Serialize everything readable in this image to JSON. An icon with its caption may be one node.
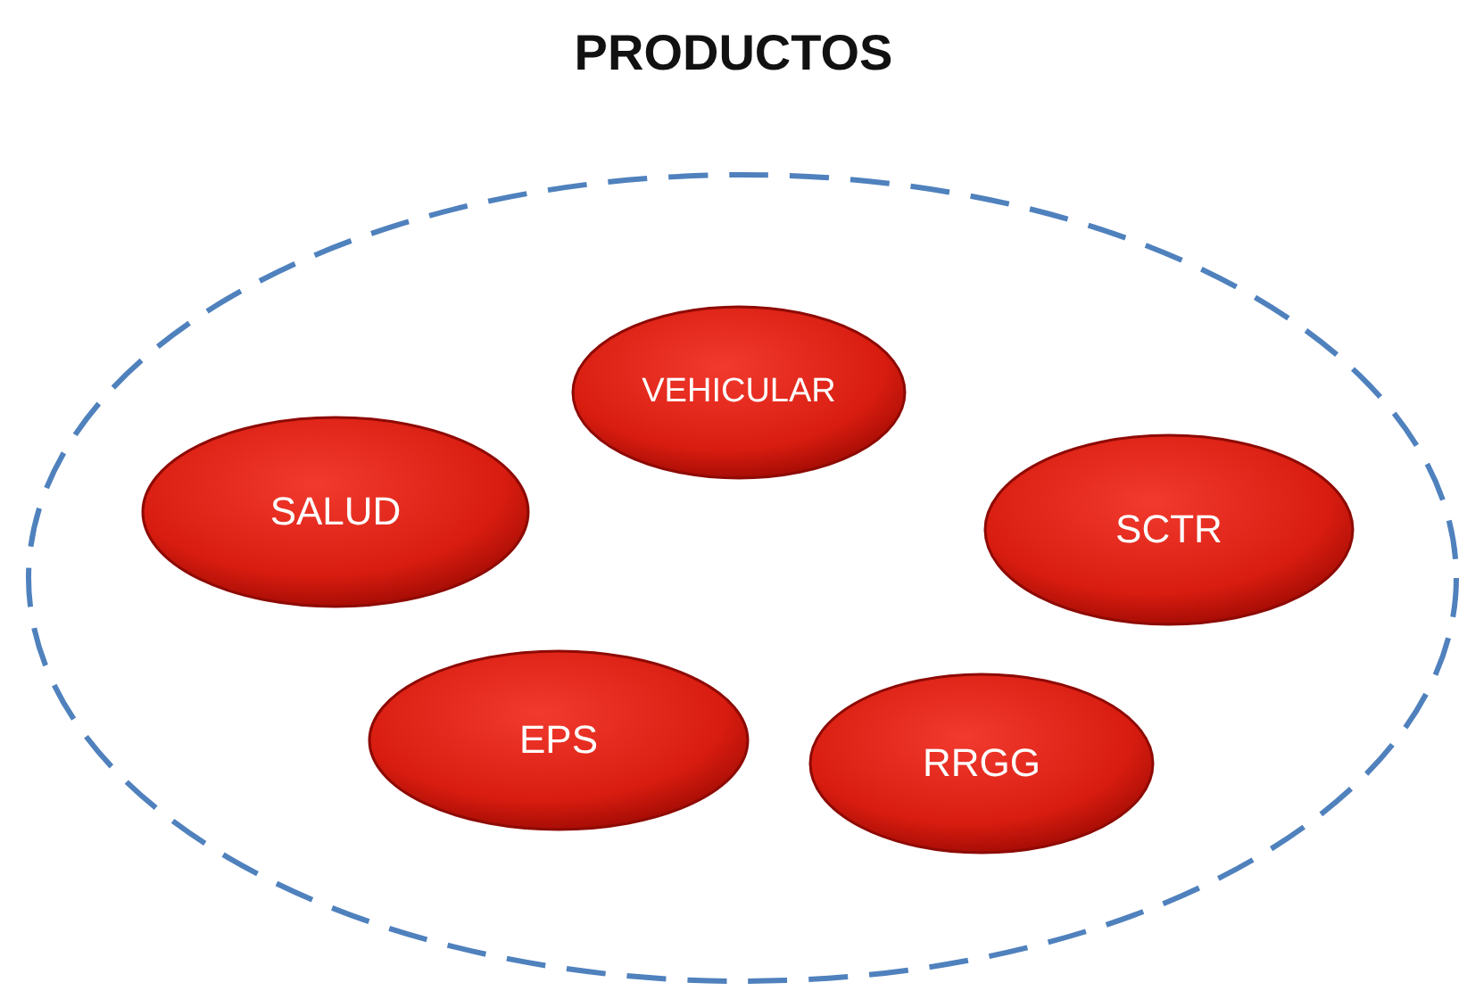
{
  "diagram": {
    "title": "PRODUCTOS",
    "nodes": [
      {
        "text": [],
        "shape": "ellipse"
      },
      {
        "text": [
          "VEHICULAR"
        ],
        "in": 0
      },
      {
        "text": [
          "SALUD"
        ],
        "in": 0
      },
      {
        "text": [
          "SCTR"
        ],
        "in": 0
      },
      {
        "text": [
          "EPS"
        ],
        "in": 0
      },
      {
        "text": [
          "RRGG"
        ],
        "in": 0
      }
    ]
  }
}
